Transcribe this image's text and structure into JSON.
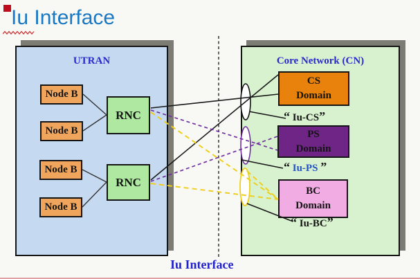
{
  "title": "Iu Interface",
  "spellcheck_underline": "red-wavy",
  "utran": {
    "label": "UTRAN",
    "node_b_label": "Node B",
    "rnc_label": "RNC"
  },
  "core_network": {
    "label": "Core Network (CN)",
    "domains": [
      {
        "line1": "CS",
        "line2": "Domain",
        "iu_open": "“",
        "iu_text": "Iu-CS",
        "iu_close": "”"
      },
      {
        "line1": "PS",
        "line2": "Domain",
        "iu_open": "“",
        "iu_text": "Iu-PS",
        "iu_close": "”"
      },
      {
        "line1": "BC",
        "line2": "Domain",
        "iu_open": "“",
        "iu_text": "Iu-BC",
        "iu_close": "”"
      }
    ]
  },
  "bottom_label": "Iu Interface",
  "colors": {
    "title_blue": "#1B79C4",
    "diagram_blue_text": "#2929CC",
    "utran_fill": "#C5D9F1",
    "cn_fill": "#D8F2D0",
    "node_b_fill": "#EFA55C",
    "rnc_fill": "#AFE8A0",
    "cs_domain_fill": "#E8820D",
    "ps_domain_fill": "#6E2585",
    "bc_domain_fill": "#F2ACE4",
    "iu_ps_text_blue": "#2353C5",
    "cs_link_line": "#141414",
    "ps_link_line": "#7030A0",
    "bc_link_line": "#EFCF1E",
    "shadow_gray": "#7C7B74",
    "spell_underline_red": "#CC3333"
  }
}
